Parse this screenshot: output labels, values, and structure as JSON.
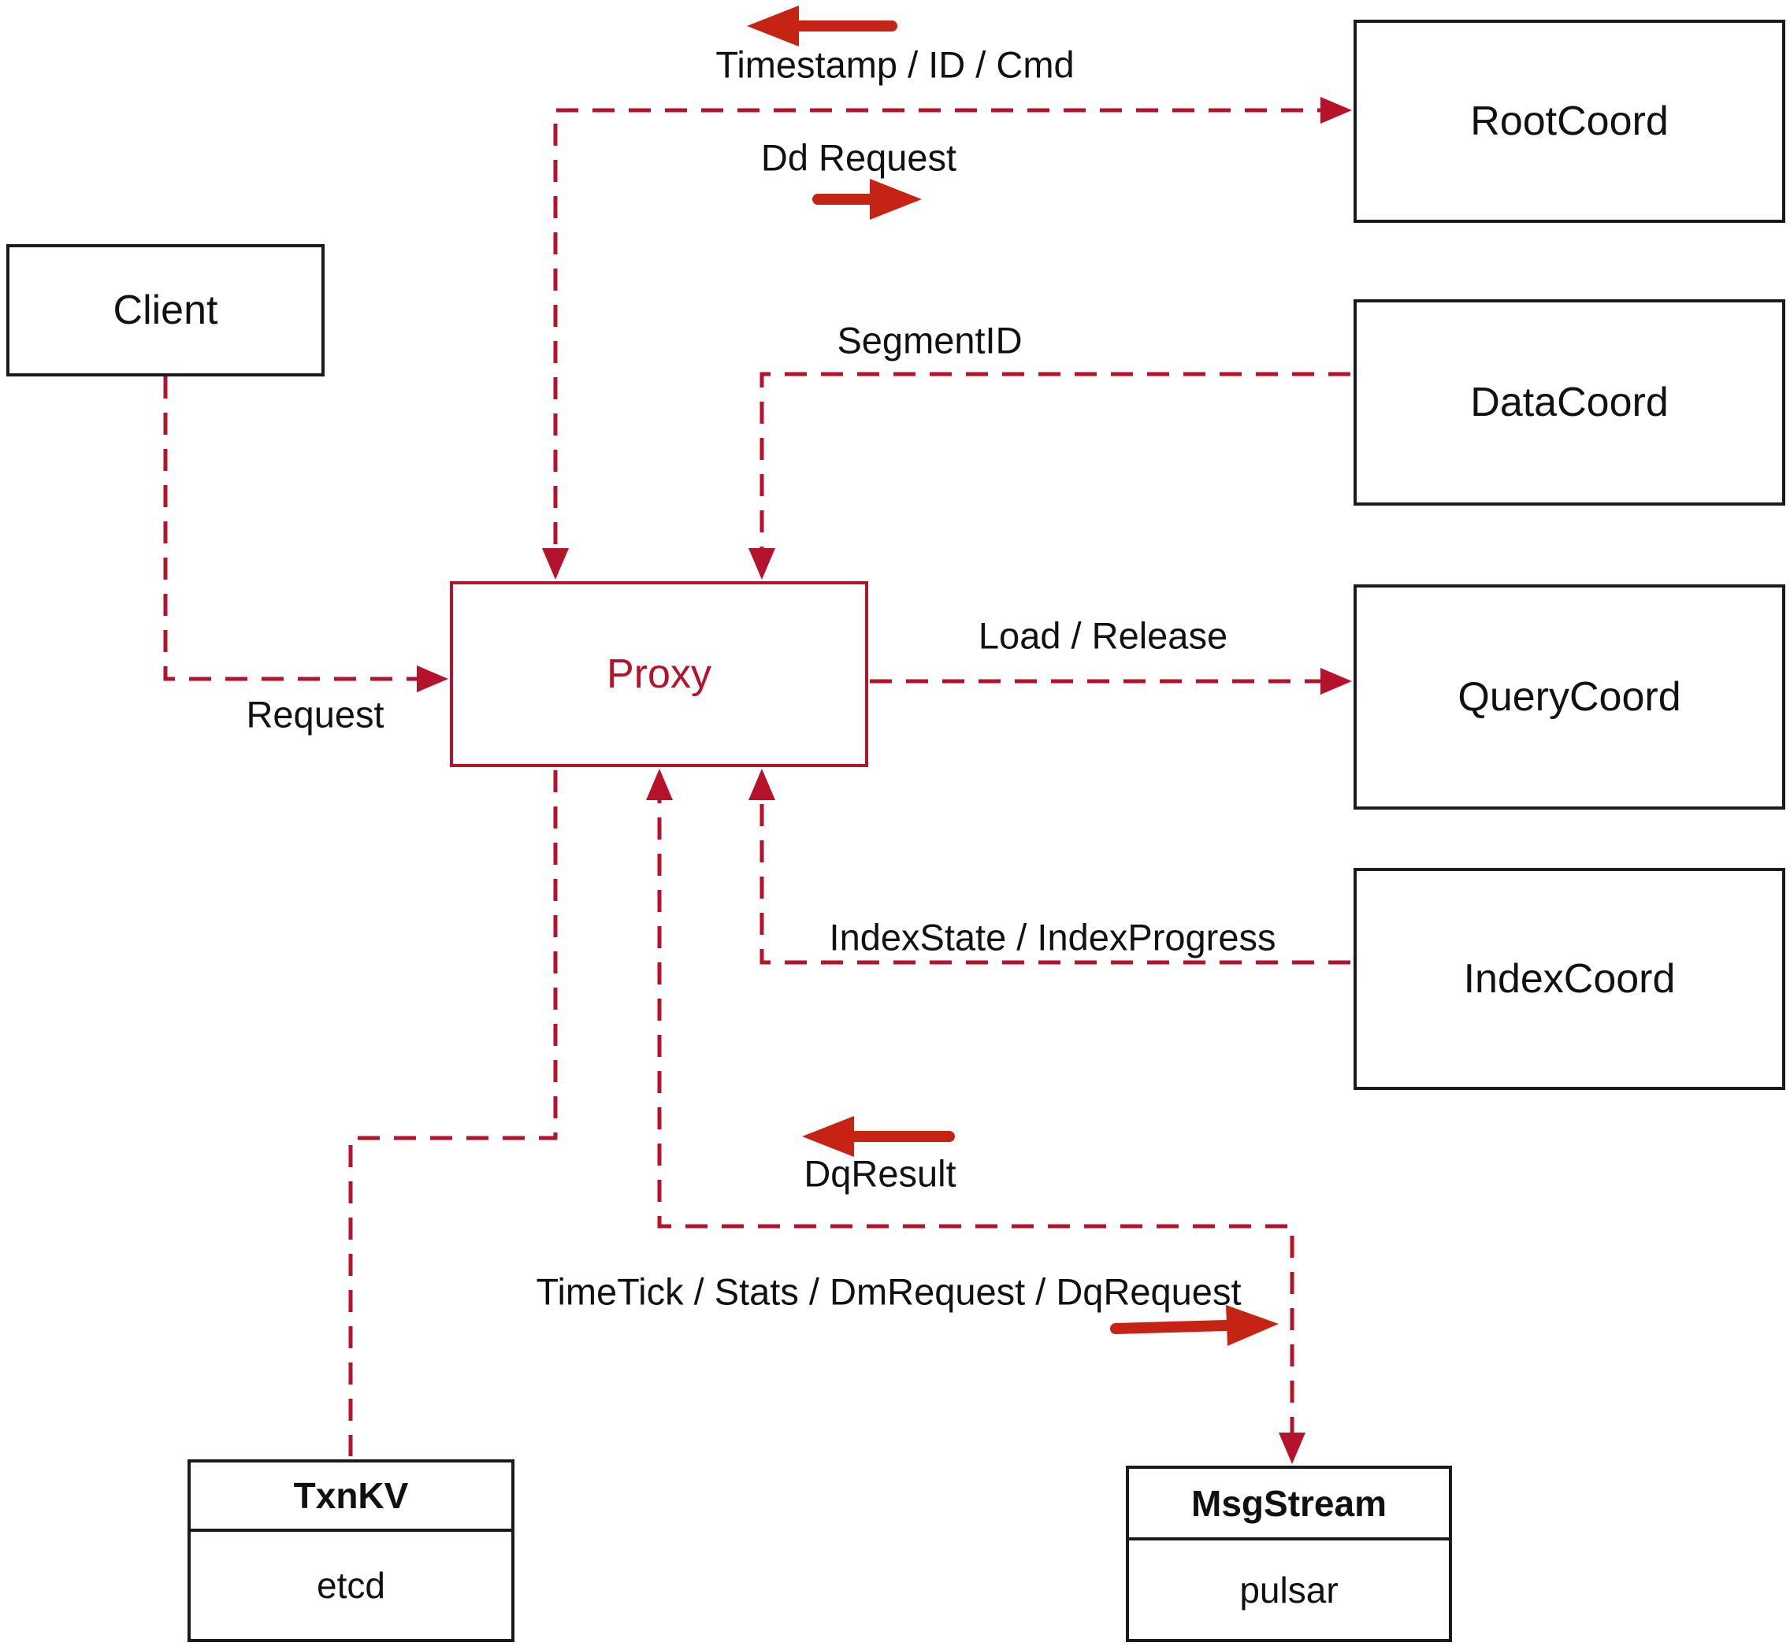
{
  "diagram": {
    "type": "architecture-diagram",
    "colors": {
      "background": "#ffffff",
      "dashed_line": "#b5122b",
      "solid_arrow": "#c52314",
      "node_border": "#1a1a1a",
      "text": "#111111",
      "proxy_accent": "#b5122b"
    },
    "nodes": {
      "client": {
        "label": "Client"
      },
      "proxy": {
        "label": "Proxy"
      },
      "root_coord": {
        "label": "RootCoord"
      },
      "data_coord": {
        "label": "DataCoord"
      },
      "query_coord": {
        "label": "QueryCoord"
      },
      "index_coord": {
        "label": "IndexCoord"
      },
      "txn_kv": {
        "title": "TxnKV",
        "impl": "etcd"
      },
      "msg_stream": {
        "title": "MsgStream",
        "impl": "pulsar"
      }
    },
    "edge_labels": {
      "timestamp": "Timestamp / ID / Cmd",
      "dd_request": "Dd Request",
      "segment_id": "SegmentID",
      "load_release": "Load / Release",
      "request": "Request",
      "index_state": "IndexState / IndexProgress",
      "dq_result": "DqResult",
      "time_tick": "TimeTick / Stats / DmRequest / DqRequest"
    }
  }
}
